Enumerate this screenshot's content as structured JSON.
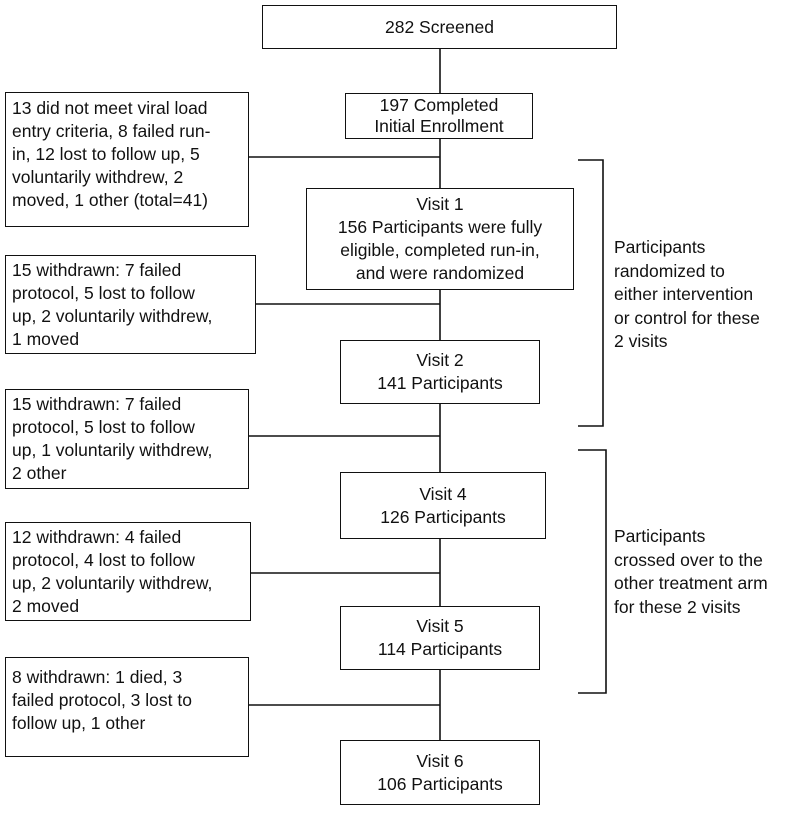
{
  "screened": "282 Screened",
  "enrollment": {
    "line1": "197 Completed",
    "line2": "Initial Enrollment"
  },
  "visit1": {
    "title": "Visit 1",
    "line1": "156 Participants were fully",
    "line2": "eligible, completed run-in,",
    "line3": "and were randomized"
  },
  "visit2": {
    "title": "Visit 2",
    "count": "141 Participants"
  },
  "visit4": {
    "title": "Visit 4",
    "count": "126 Participants"
  },
  "visit5": {
    "title": "Visit 5",
    "count": "114 Participants"
  },
  "visit6": {
    "title": "Visit 6",
    "count": "106 Participants"
  },
  "exclusions": [
    {
      "lines": [
        "13 did not meet viral load",
        "entry criteria, 8 failed run-",
        "in, 12 lost to follow up, 5",
        "voluntarily withdrew, 2",
        "moved, 1 other (total=41)"
      ]
    },
    {
      "lines": [
        "15 withdrawn:  7 failed",
        "protocol, 5 lost to follow",
        "up, 2 voluntarily withdrew,",
        "1 moved"
      ]
    },
    {
      "lines": [
        "15 withdrawn:  7 failed",
        "protocol, 5 lost to follow",
        "up, 1 voluntarily withdrew,",
        "2 other"
      ]
    },
    {
      "lines": [
        "12 withdrawn:  4 failed",
        "protocol, 4 lost to follow",
        "up, 2 voluntarily withdrew,",
        "2 moved"
      ]
    },
    {
      "lines": [
        "8 withdrawn:  1 died, 3",
        "failed protocol, 3 lost to",
        "follow up, 1 other"
      ]
    }
  ],
  "phase1": {
    "lines": [
      "Participants",
      "randomized to",
      "either intervention",
      "or control for these",
      "2 visits"
    ]
  },
  "phase2": {
    "lines": [
      "Participants",
      "crossed over to the",
      "other treatment arm",
      "for these 2 visits"
    ]
  }
}
